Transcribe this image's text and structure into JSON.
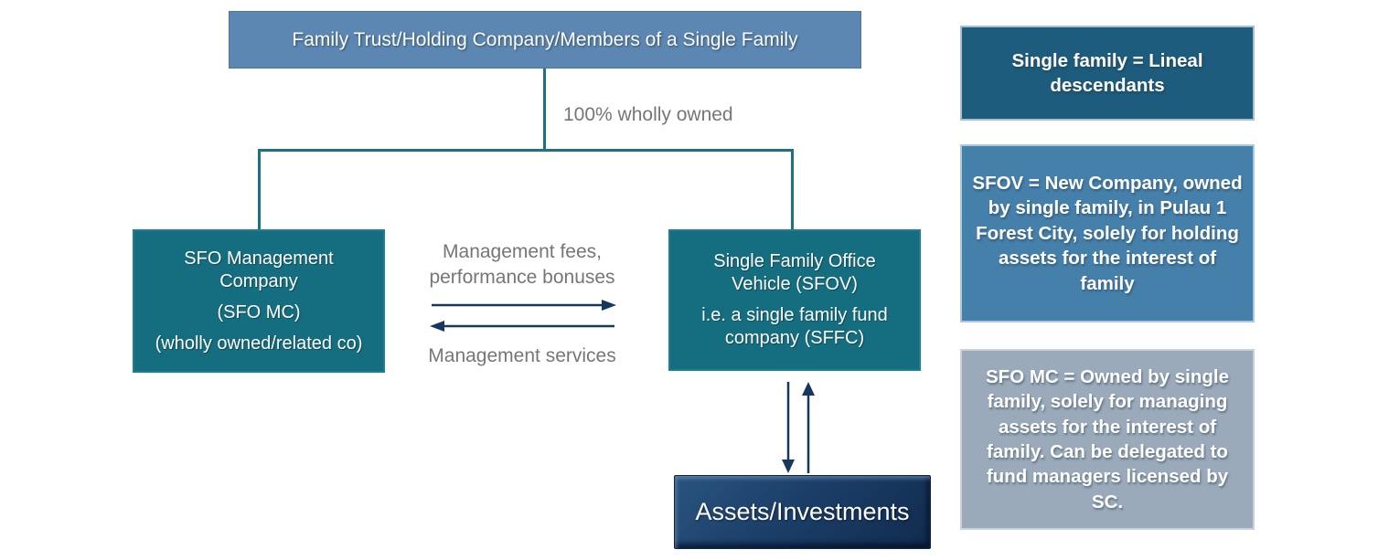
{
  "colors": {
    "family_box_fill": "#5b87b2",
    "teal_box_fill": "#156e80",
    "connector_teal": "#1b7285",
    "arrow_navy": "#17375e",
    "label_gray": "#767676",
    "assets_box_navy": "#16395f",
    "note_dark_teal": "#1d5c7c",
    "note_steel_blue": "#4580ab",
    "note_gray_blue": "#9aaaba"
  },
  "diagram": {
    "family_box": "Family Trust/Holding Company/Members of a Single Family",
    "ownership_label": "100% wholly owned",
    "sfo_mc_box": {
      "title": "SFO Management Company",
      "abbrev": "(SFO MC)",
      "note": "(wholly owned/related co)"
    },
    "flow": {
      "to_sfov_label": "Management fees, performance bonuses",
      "to_sfo_mc_label": "Management services"
    },
    "sfov_box": {
      "title": "Single Family Office Vehicle (SFOV)",
      "subtitle": "i.e. a single family fund company (SFFC)"
    },
    "assets_box": "Assets/Investments"
  },
  "notes": {
    "single_family": "Single family = Lineal descendants",
    "sfov": "SFOV = New Company, owned by single family, in Pulau 1 Forest City, solely for holding assets for the interest of family",
    "sfo_mc": "SFO MC = Owned by single family, solely for managing assets for the interest of family. Can be delegated to fund managers licensed by SC."
  }
}
